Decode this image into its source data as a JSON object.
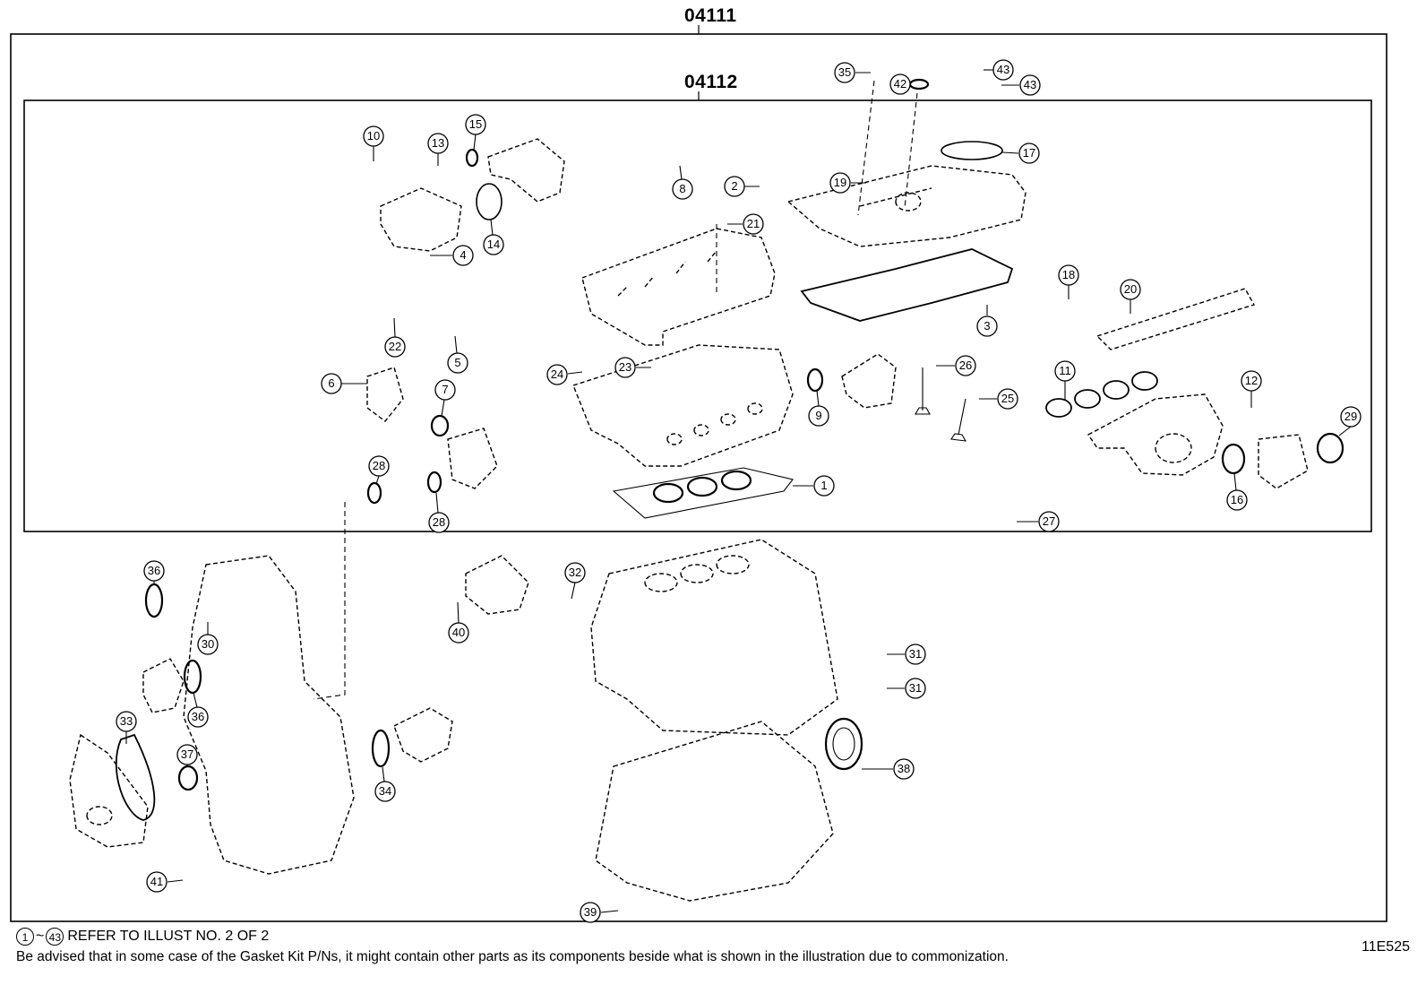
{
  "outer_kit": {
    "label": "04111"
  },
  "inner_kit": {
    "label": "04112"
  },
  "footer": {
    "range_start": "1",
    "range_sep": "~",
    "range_end": "43",
    "refer_text": "REFER TO ILLUST NO. 2 OF 2",
    "disclaimer": "Be advised that in some case of the Gasket Kit P/Ns,  it might contain other parts as its components beside what is shown in the illustration due to commonization.",
    "illustration_code": "11E525"
  },
  "callouts": {
    "c1": "1",
    "c2": "2",
    "c3": "3",
    "c4": "4",
    "c5": "5",
    "c6": "6",
    "c7": "7",
    "c8": "8",
    "c9": "9",
    "c10": "10",
    "c11": "11",
    "c12": "12",
    "c13": "13",
    "c14": "14",
    "c15": "15",
    "c16": "16",
    "c17": "17",
    "c18": "18",
    "c19": "19",
    "c20": "20",
    "c21": "21",
    "c22": "22",
    "c23": "23",
    "c24": "24",
    "c25": "25",
    "c26": "26",
    "c27": "27",
    "c28a": "28",
    "c28b": "28",
    "c29": "29",
    "c30": "30",
    "c31a": "31",
    "c31b": "31",
    "c32": "32",
    "c33": "33",
    "c34": "34",
    "c35": "35",
    "c36a": "36",
    "c36b": "36",
    "c37": "37",
    "c38": "38",
    "c39": "39",
    "c40": "40",
    "c41": "41",
    "c42": "42",
    "c43a": "43",
    "c43b": "43"
  }
}
